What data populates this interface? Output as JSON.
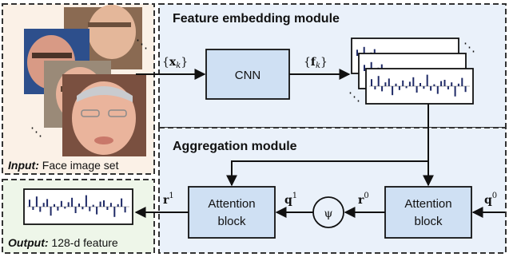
{
  "modules": {
    "embedding_title": "Feature embedding module",
    "aggregation_title": "Aggregation module"
  },
  "labels": {
    "input_set": "{x_k}",
    "feature_set": "{f_k}",
    "r1": "r^1",
    "q1": "q^1",
    "r0": "r^0",
    "q0": "q^0"
  },
  "blocks": {
    "cnn": "CNN",
    "attention_1": [
      "Attention",
      "block"
    ],
    "psi": "ψ",
    "attention_0": [
      "Attention",
      "block"
    ]
  },
  "captions": {
    "input_prefix": "Input:",
    "input_text": " Face image set",
    "output_prefix": "Output:",
    "output_text": " 128-d feature"
  },
  "ellipsis": "⋱",
  "colors": {
    "module_fill": "#eaf1fa",
    "block_fill": "#cfe0f3",
    "input_fill": "#fbf1e7",
    "output_fill": "#eef6e9",
    "bar": "#1f2a66"
  },
  "feature_bars": [
    0.55,
    -0.25,
    0.8,
    -0.4,
    0.3,
    0.6,
    -0.7,
    0.2,
    -0.3,
    0.45,
    -0.15,
    0.35,
    0.7,
    -0.5,
    0.25,
    -0.2,
    0.9,
    -0.35,
    0.15,
    -0.6,
    0.4,
    0.5,
    -0.25,
    0.3,
    -0.8,
    0.2,
    0.65,
    -0.45
  ]
}
